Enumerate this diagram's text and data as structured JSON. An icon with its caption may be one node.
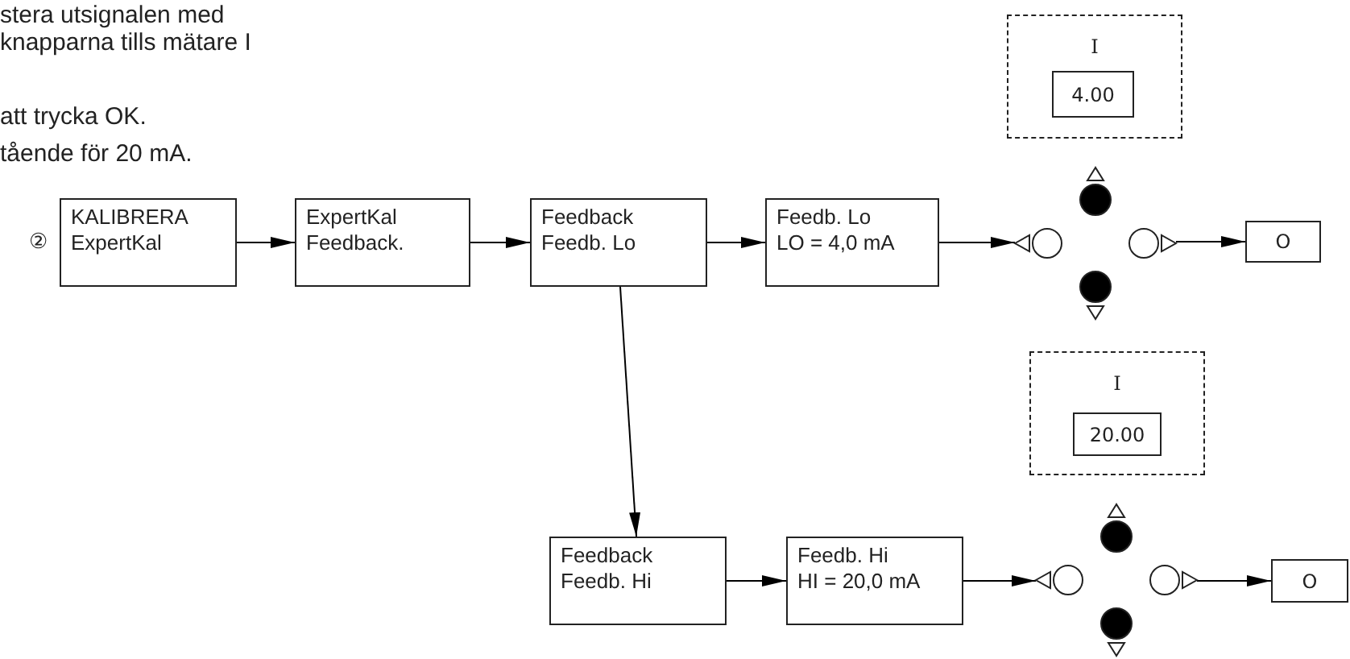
{
  "diagram": {
    "nodes": [
      {
        "text": [
          "KALIBRERA",
          "ExpertKal"
        ]
      },
      {
        "text": [
          "ExpertKal",
          "Feedback."
        ]
      },
      {
        "text": [
          "Feedback",
          "Feedb. Lo"
        ]
      },
      {
        "text": [
          "Feedb. Lo",
          "LO = 4,0 mA"
        ]
      },
      {
        "text": [],
        "shape": "picture"
      },
      {
        "text": [
          "O"
        ]
      },
      {
        "text": [
          "I"
        ]
      },
      {
        "text": [
          "4.00"
        ],
        "in": 6
      },
      {
        "text": [
          "I"
        ]
      },
      {
        "text": [
          "20.00"
        ],
        "in": 8
      },
      {
        "text": [
          "Feedback",
          "Feedb. Hi"
        ]
      },
      {
        "text": [
          "Feedb. Hi",
          "HI = 20,0 mA"
        ]
      },
      {
        "text": [],
        "shape": "picture"
      },
      {
        "text": [
          "O"
        ]
      }
    ],
    "edges": [
      {
        "from": 0,
        "to": 1,
        "arrow": "to"
      },
      {
        "from": 1,
        "to": 2,
        "arrow": "to"
      },
      {
        "from": 2,
        "to": 3,
        "arrow": "to"
      },
      {
        "from": 3,
        "to": 4,
        "arrow": "to"
      },
      {
        "from": 4,
        "to": 5,
        "arrow": "to"
      },
      {
        "from": 2,
        "to": 10,
        "arrow": "to"
      },
      {
        "from": 10,
        "to": 11,
        "arrow": "to"
      },
      {
        "from": 11,
        "to": 12,
        "arrow": "to"
      },
      {
        "from": 12,
        "to": 13,
        "arrow": "to"
      }
    ],
    "labels": [
      "stera utsignalen med",
      "knapparna tills mätare I",
      "att trycka OK.",
      "tående för 20 mA.",
      "②"
    ]
  }
}
